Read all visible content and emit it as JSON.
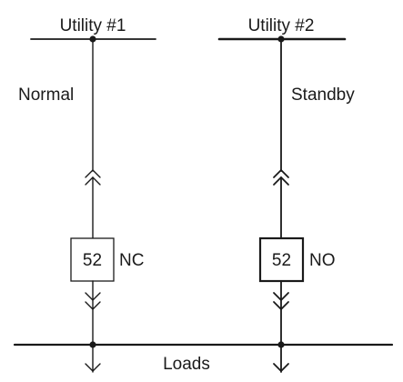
{
  "utility_1": {
    "label": "Utility #1",
    "role": "Normal",
    "breaker": {
      "number": "52",
      "state": "NC"
    }
  },
  "utility_2": {
    "label": "Utility #2",
    "role": "Standby",
    "breaker": {
      "number": "52",
      "state": "NO"
    }
  },
  "load_bus": {
    "label": "Loads"
  }
}
